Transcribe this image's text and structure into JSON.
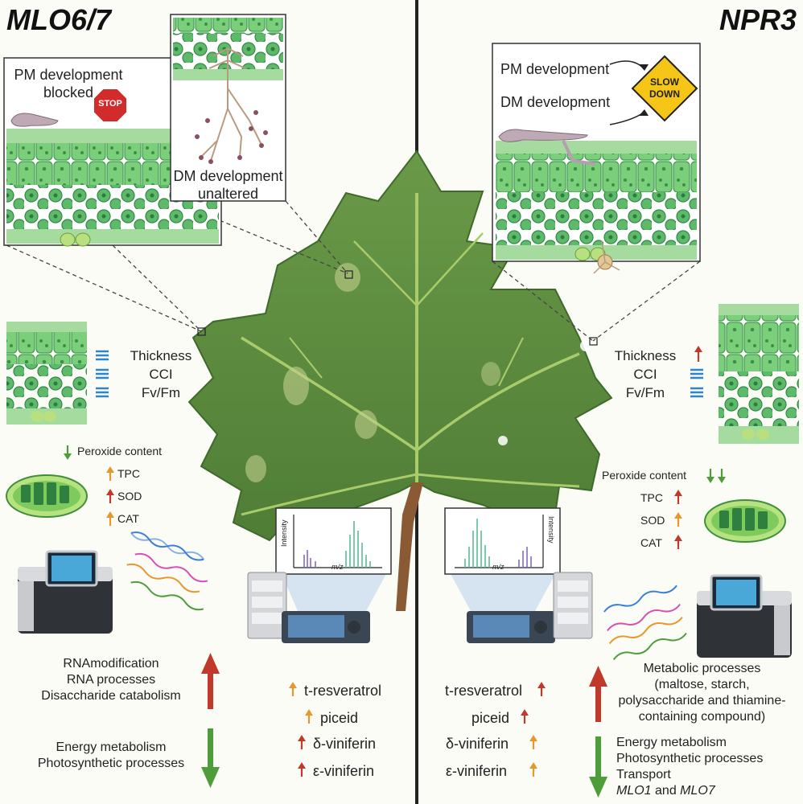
{
  "left": {
    "title": "MLO6/7",
    "pm_label": "PM development\nblocked",
    "stop_sign": "STOP",
    "dm_label": "DM development\nunaltered",
    "metrics": [
      "Thickness",
      "CCI",
      "Fv/Fm"
    ],
    "peroxide": "Peroxide content",
    "enzymes": [
      "TPC",
      "SOD",
      "CAT"
    ],
    "genes_up": "RNAmodification\nRNA processes\nDisaccharide catabolism",
    "genes_down": "Energy metabolism\nPhotosynthetic processes",
    "stilbenes": [
      "t-resveratrol",
      "piceid",
      "δ-viniferin",
      "ε-viniferin"
    ]
  },
  "right": {
    "title": "NPR3",
    "pm_label": "PM development",
    "dm_label": "DM development",
    "sign": "SLOW\nDOWN",
    "metrics": [
      "Thickness",
      "CCI",
      "Fv/Fm"
    ],
    "peroxide": "Peroxide content",
    "enzymes": [
      "TPC",
      "SOD",
      "CAT"
    ],
    "genes_up": "Metabolic processes\n(maltose, starch,\npolysaccharide and thiamine-\ncontaining compound)",
    "genes_down_lines": [
      "Energy metabolism",
      "Photosynthetic processes",
      "Transport"
    ],
    "genes_down_mlo": {
      "a": "MLO1",
      "and": " and ",
      "b": "MLO7"
    },
    "stilbenes": [
      "t-resveratrol",
      "piceid",
      "δ-viniferin",
      "ε-viniferin"
    ]
  },
  "chromatogram": {
    "ylabel": "Intensity",
    "xlabel": "m/z"
  },
  "colors": {
    "up_red": "#c0392b",
    "up_orange": "#e8962e",
    "down_green": "#4e9d3a",
    "equal_blue": "#2e86c8",
    "leaf": "#5f8f3f",
    "cell": "#6fc36f"
  }
}
